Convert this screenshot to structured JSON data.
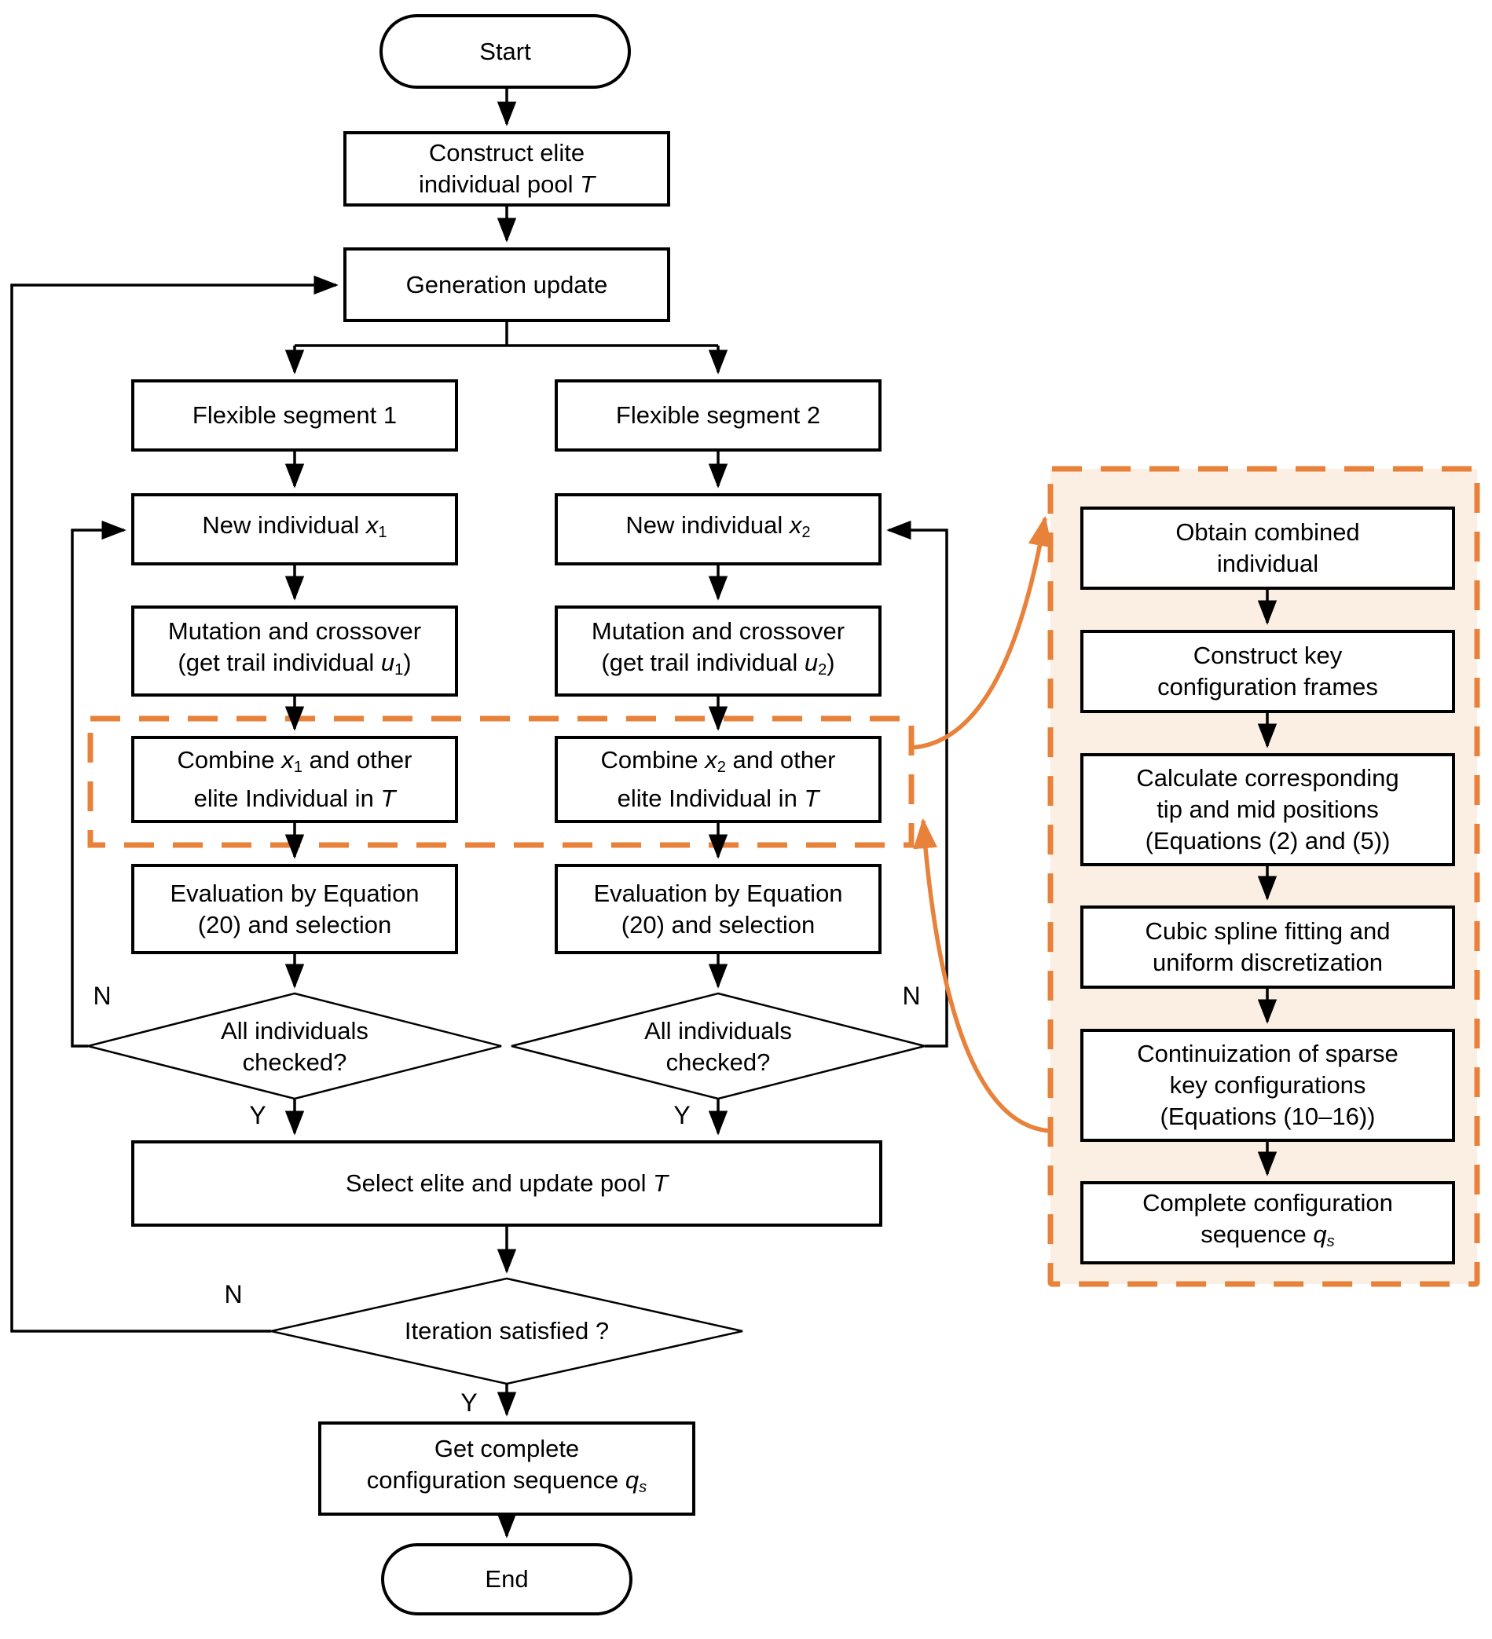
{
  "palette": {
    "line_black": "#000000",
    "accent_orange": "#E8813A",
    "panel_fill": "#FBEFE3",
    "node_fill": "#FFFFFF",
    "canvas_bg": "#FFFFFF"
  },
  "flowchart": {
    "start": {
      "lines": [
        [
          [
            "Start",
            ""
          ]
        ]
      ]
    },
    "construct_pool": {
      "lines": [
        [
          [
            "Construct elite",
            ""
          ]
        ],
        [
          [
            "individual pool ",
            ""
          ],
          [
            "T",
            "i"
          ]
        ]
      ]
    },
    "generation_update": {
      "lines": [
        [
          [
            "Generation update",
            ""
          ]
        ]
      ]
    },
    "branch1": {
      "segment": {
        "lines": [
          [
            [
              "Flexible segment 1",
              ""
            ]
          ]
        ]
      },
      "new_individual": {
        "lines": [
          [
            [
              "New individual ",
              ""
            ],
            [
              "x",
              "i"
            ],
            [
              "1",
              "sub"
            ]
          ]
        ]
      },
      "mutation": {
        "lines": [
          [
            [
              "Mutation and crossover",
              ""
            ]
          ],
          [
            [
              "(get trail individual ",
              ""
            ],
            [
              "u",
              "i"
            ],
            [
              "1",
              "sub"
            ],
            [
              ")",
              ""
            ]
          ]
        ]
      },
      "combine": {
        "lines": [
          [
            [
              "Combine ",
              ""
            ],
            [
              "x",
              "i"
            ],
            [
              "1",
              "sub"
            ],
            [
              " and other",
              ""
            ]
          ],
          [
            [
              "elite Individual in ",
              ""
            ],
            [
              "T",
              "i"
            ]
          ]
        ]
      },
      "evaluation": {
        "lines": [
          [
            [
              "Evaluation by Equation",
              ""
            ]
          ],
          [
            [
              "(20) and selection",
              ""
            ]
          ]
        ]
      },
      "check": {
        "lines": [
          [
            [
              "All individuals",
              ""
            ]
          ],
          [
            [
              "checked?",
              ""
            ]
          ]
        ]
      },
      "no_label": "N",
      "yes_label": "Y"
    },
    "branch2": {
      "segment": {
        "lines": [
          [
            [
              "Flexible segment 2",
              ""
            ]
          ]
        ]
      },
      "new_individual": {
        "lines": [
          [
            [
              "New individual ",
              ""
            ],
            [
              "x",
              "i"
            ],
            [
              "2",
              "sub"
            ]
          ]
        ]
      },
      "mutation": {
        "lines": [
          [
            [
              "Mutation and crossover",
              ""
            ]
          ],
          [
            [
              "(get trail individual ",
              ""
            ],
            [
              "u",
              "i"
            ],
            [
              "2",
              "sub"
            ],
            [
              ")",
              ""
            ]
          ]
        ]
      },
      "combine": {
        "lines": [
          [
            [
              "Combine ",
              ""
            ],
            [
              "x",
              "i"
            ],
            [
              "2",
              "sub"
            ],
            [
              " and other",
              ""
            ]
          ],
          [
            [
              "elite Individual in ",
              ""
            ],
            [
              "T",
              "i"
            ]
          ]
        ]
      },
      "evaluation": {
        "lines": [
          [
            [
              "Evaluation by Equation",
              ""
            ]
          ],
          [
            [
              "(20) and selection",
              ""
            ]
          ]
        ]
      },
      "check": {
        "lines": [
          [
            [
              "All individuals",
              ""
            ]
          ],
          [
            [
              "checked?",
              ""
            ]
          ]
        ]
      },
      "no_label": "N",
      "yes_label": "Y"
    },
    "select_elite": {
      "lines": [
        [
          [
            "Select elite and update pool ",
            ""
          ],
          [
            "T",
            "i"
          ]
        ]
      ]
    },
    "iteration_check": {
      "lines": [
        [
          [
            "Iteration satisfied ?",
            ""
          ]
        ]
      ],
      "no_label": "N",
      "yes_label": "Y"
    },
    "get_complete": {
      "lines": [
        [
          [
            "Get complete",
            ""
          ]
        ],
        [
          [
            "configuration sequence ",
            ""
          ],
          [
            "q",
            "i"
          ],
          [
            "s",
            "isub"
          ]
        ]
      ]
    },
    "end": {
      "lines": [
        [
          [
            "End",
            ""
          ]
        ]
      ]
    }
  },
  "side_panel": {
    "steps": [
      {
        "lines": [
          [
            [
              "Obtain combined",
              ""
            ]
          ],
          [
            [
              "individual",
              ""
            ]
          ]
        ]
      },
      {
        "lines": [
          [
            [
              "Construct key",
              ""
            ]
          ],
          [
            [
              "configuration frames",
              ""
            ]
          ]
        ]
      },
      {
        "lines": [
          [
            [
              "Calculate corresponding",
              ""
            ]
          ],
          [
            [
              "tip and mid positions",
              ""
            ]
          ],
          [
            [
              "(Equations (2) and (5))",
              ""
            ]
          ]
        ]
      },
      {
        "lines": [
          [
            [
              "Cubic spline fitting and",
              ""
            ]
          ],
          [
            [
              "uniform discretization",
              ""
            ]
          ]
        ]
      },
      {
        "lines": [
          [
            [
              "Continuization of sparse",
              ""
            ]
          ],
          [
            [
              "key configurations",
              ""
            ]
          ],
          [
            [
              "(Equations (10–16))",
              ""
            ]
          ]
        ]
      },
      {
        "lines": [
          [
            [
              "Complete configuration",
              ""
            ]
          ],
          [
            [
              "sequence ",
              ""
            ],
            [
              "q",
              "i"
            ],
            [
              "s",
              "isub"
            ]
          ]
        ]
      }
    ]
  }
}
